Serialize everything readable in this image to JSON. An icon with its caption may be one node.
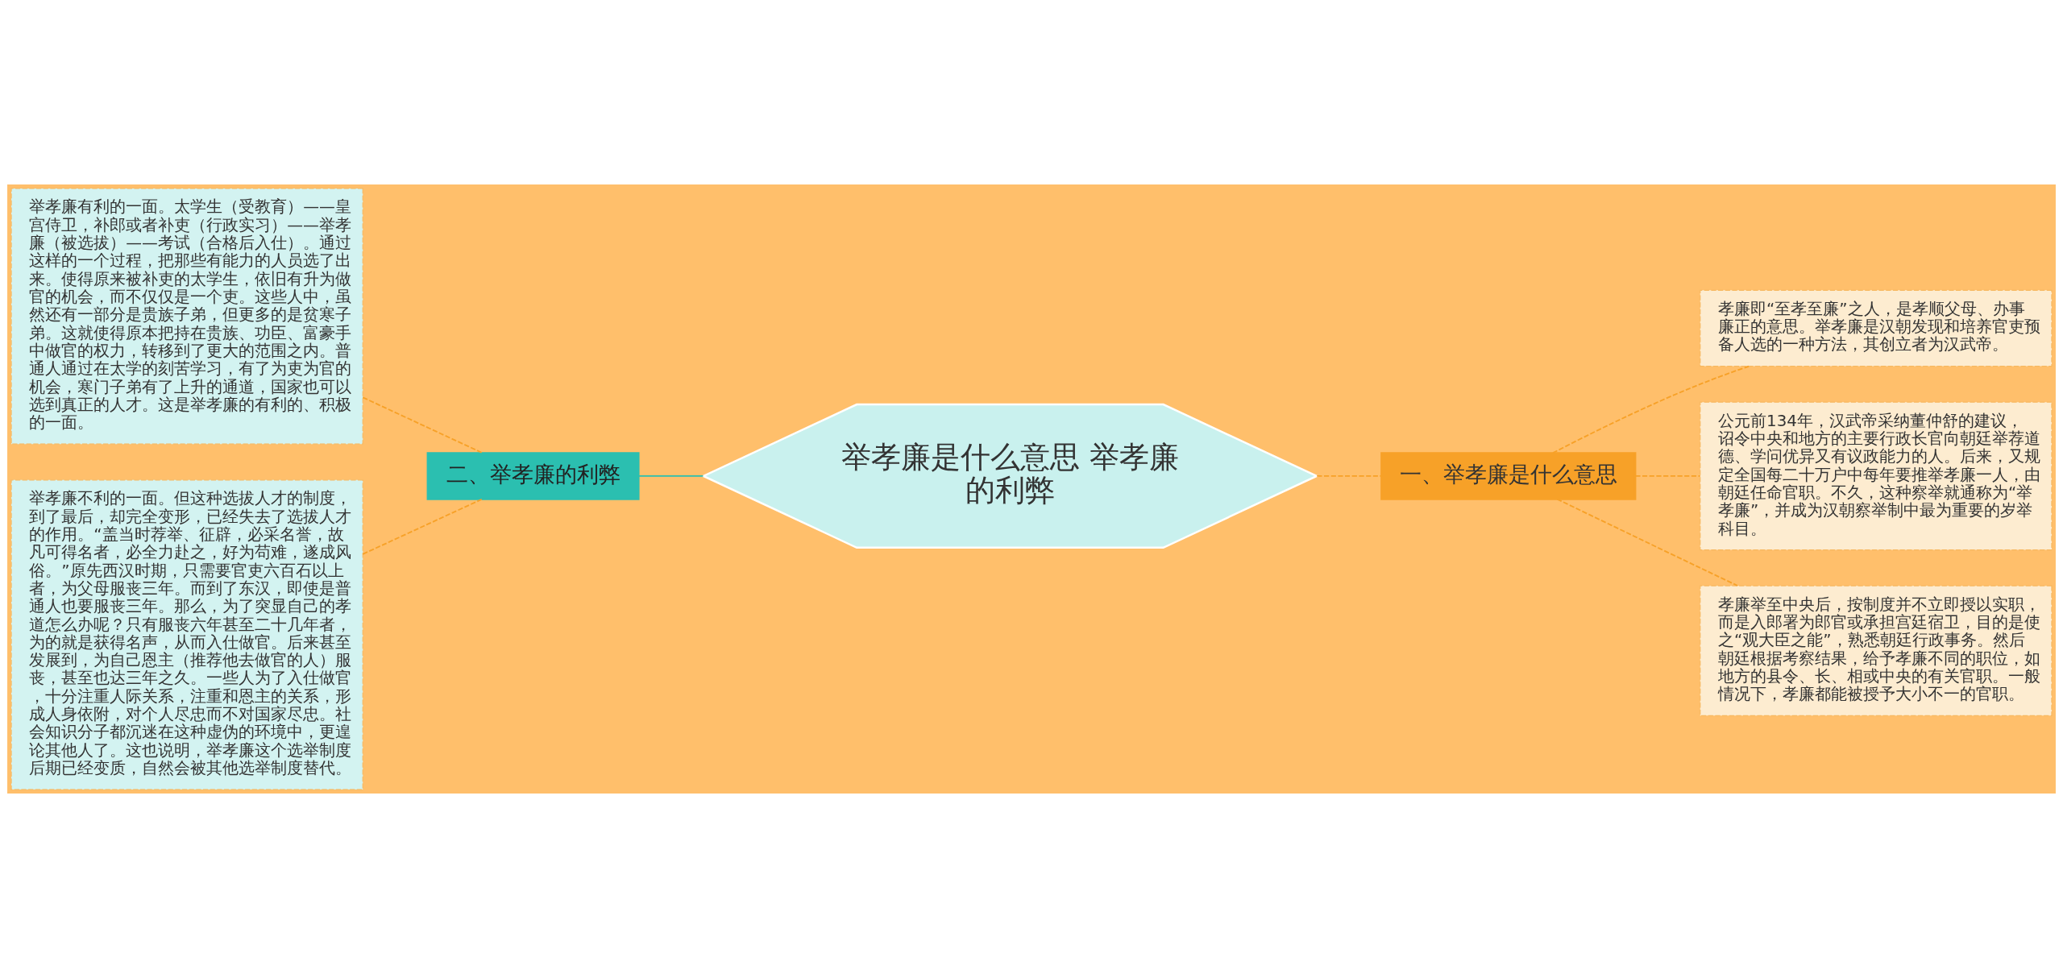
{
  "diagram": {
    "nodes": [
      {
        "text": [
          "举孝廉是什么意思 举孝廉的利弊"
        ]
      },
      {
        "text": [
          "一、举孝廉是什么意思"
        ]
      },
      {
        "text": [
          "孝廉即“至孝至廉”之人，是孝顺父母、办事廉正的意思。举孝廉是汉朝发现和培养官吏预备人选的一种方法，其创立者为汉武帝。"
        ]
      },
      {
        "text": [
          "公元前134年，汉武帝采纳董仲舒的建议，诏令中央和地方的主要行政长官向朝廷举荐道德、学问优异又有议政能力的人。后来，又规定全国每二十万户中每年要推举孝廉一人，由朝廷任命官职。不久，这种察举就通称为“举孝廉”，并成为汉朝察举制中最为重要的岁举科目。"
        ]
      },
      {
        "text": [
          "孝廉举至中央后，按制度并不立即授以实职，而是入郎署为郎官或承担宫廷宿卫，目的是使之“观大臣之能”，熟悉朝廷行政事务。然后朝廷根据考察结果，给予孝廉不同的职位，如地方的县令、长、相或中央的有关官职。一般情况下，孝廉都能被授予大小不一的官职。"
        ]
      },
      {
        "text": [
          "二、举孝廉的利弊"
        ]
      },
      {
        "text": [
          "举孝廉有利的一面。太学生（受教育）——皇宫侍卫，补郎或者补吏（行政实习）——举孝廉（被选拔）——考试（合格后入仕）。通过这样的一个过程，把那些有能力的人员选了出来。使得原来被补吏的太学生，依旧有升为做官的机会，而不仅仅是一个吏。这些人中，虽然还有一部分是贵族子弟，但更多的是贫寒子弟。这就使得原本把持在贵族、功臣、富豪手中做官的权力，转移到了更大的范围之内。普通人通过在太学的刻苦学习，有了为吏为官的机会，寒门子弟有了上升的通道，国家也可以选到真正的人才。这是举孝廉的有利的、积极的一面。"
        ]
      },
      {
        "text": [
          "举孝廉不利的一面。但这种选拔人才的制度，到了最后，却完全变形，已经失去了选拔人才的作用。“盖当时荐举、征辟，必采名誉，故凡可得名者，必全力赴之，好为苟难，遂成风俗。”原先西汉时期，只需要官吏六百石以上者，为父母服丧三年。而到了东汉，即使是普通人也要服丧三年。那么，为了突显自己的孝道怎么办呢？只有服丧六年甚至二十几年者，为的就是获得名声，从而入仕做官。后来甚至发展到，为自己恩主（推荐他去做官的人）服丧，甚至也达三年之久。一些人为了入仕做官，十分注重人际关系，注重和恩主的关系，形成人身依附，对个人尽忠而不对国家尽忠。社会知识分子都沉迷在这种虚伪的环境中，更遑论其他人了。这也说明，举孝廉这个选举制度后期已经变质，自然会被其他选举制度替代。"
        ]
      }
    ],
    "edges": [
      {
        "from": 0,
        "to": 1,
        "arrow": "none",
        "style": "dashed"
      },
      {
        "from": 1,
        "to": 2,
        "arrow": "none",
        "style": "dashed"
      },
      {
        "from": 1,
        "to": 3,
        "arrow": "none",
        "style": "dashed"
      },
      {
        "from": 1,
        "to": 4,
        "arrow": "none",
        "style": "dashed"
      },
      {
        "from": 0,
        "to": 5,
        "arrow": "none",
        "color": "#2bbfb0"
      },
      {
        "from": 5,
        "to": 6,
        "arrow": "none",
        "style": "dashed"
      },
      {
        "from": 5,
        "to": 7,
        "arrow": "none",
        "style": "dashed"
      }
    ]
  }
}
